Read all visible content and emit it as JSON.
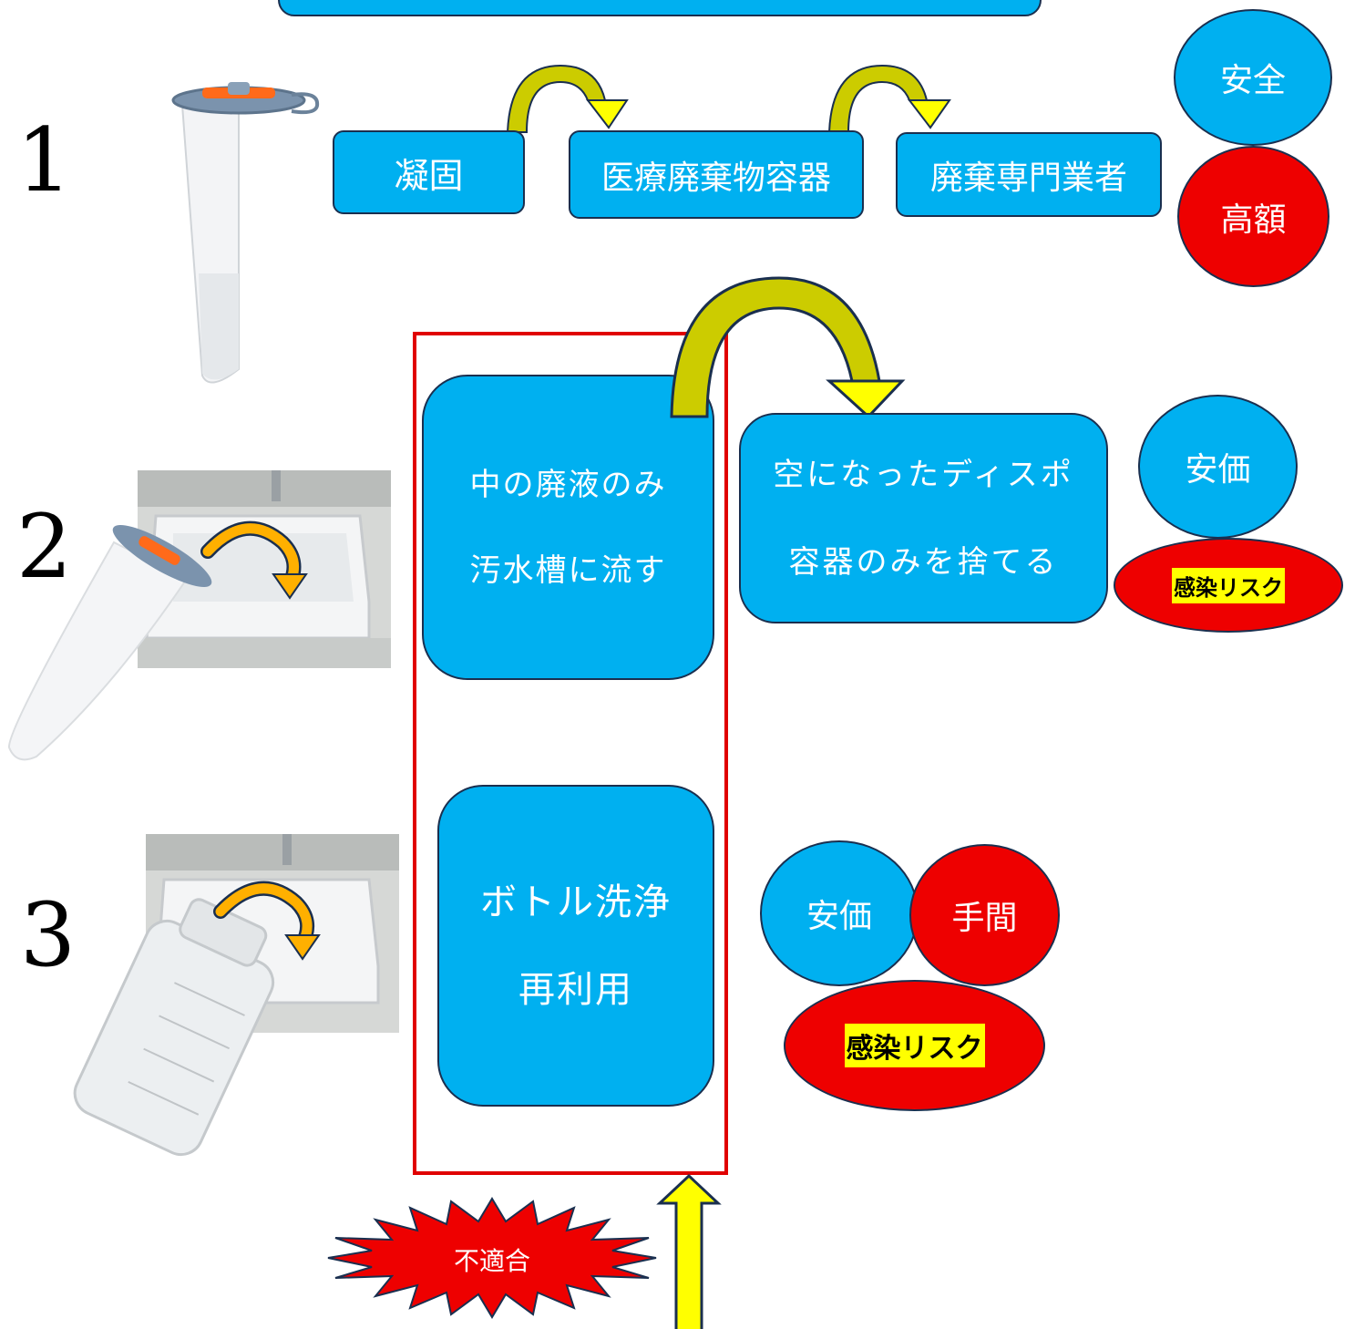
{
  "rows": [
    {
      "number": "1"
    },
    {
      "number": "2"
    },
    {
      "number": "3"
    }
  ],
  "flow1": {
    "step1": "凝固",
    "step2": "医療廃棄物容器",
    "step3": "廃棄専門業者",
    "tag_good": "安全",
    "tag_bad": "高額"
  },
  "flow2": {
    "main_line1": "中の廃液のみ",
    "main_line2": "汚水槽に流す",
    "next_line1": "空になったディスポ",
    "next_line2": "容器のみを捨てる",
    "tag_good": "安価",
    "tag_bad": "感染リスク"
  },
  "flow3": {
    "main_line1": "ボトル洗浄",
    "main_line2": "再利用",
    "tag_good": "安価",
    "tag_bad1": "手間",
    "tag_bad2": "感染リスク"
  },
  "burst_label": "不適合",
  "colors": {
    "box_fill": "#00b0f0",
    "bad_fill": "#ee0000",
    "frame": "#e00000",
    "arrow": "#ffff00",
    "arrow_curve": "#cccc00",
    "highlight": "#ffff00"
  }
}
